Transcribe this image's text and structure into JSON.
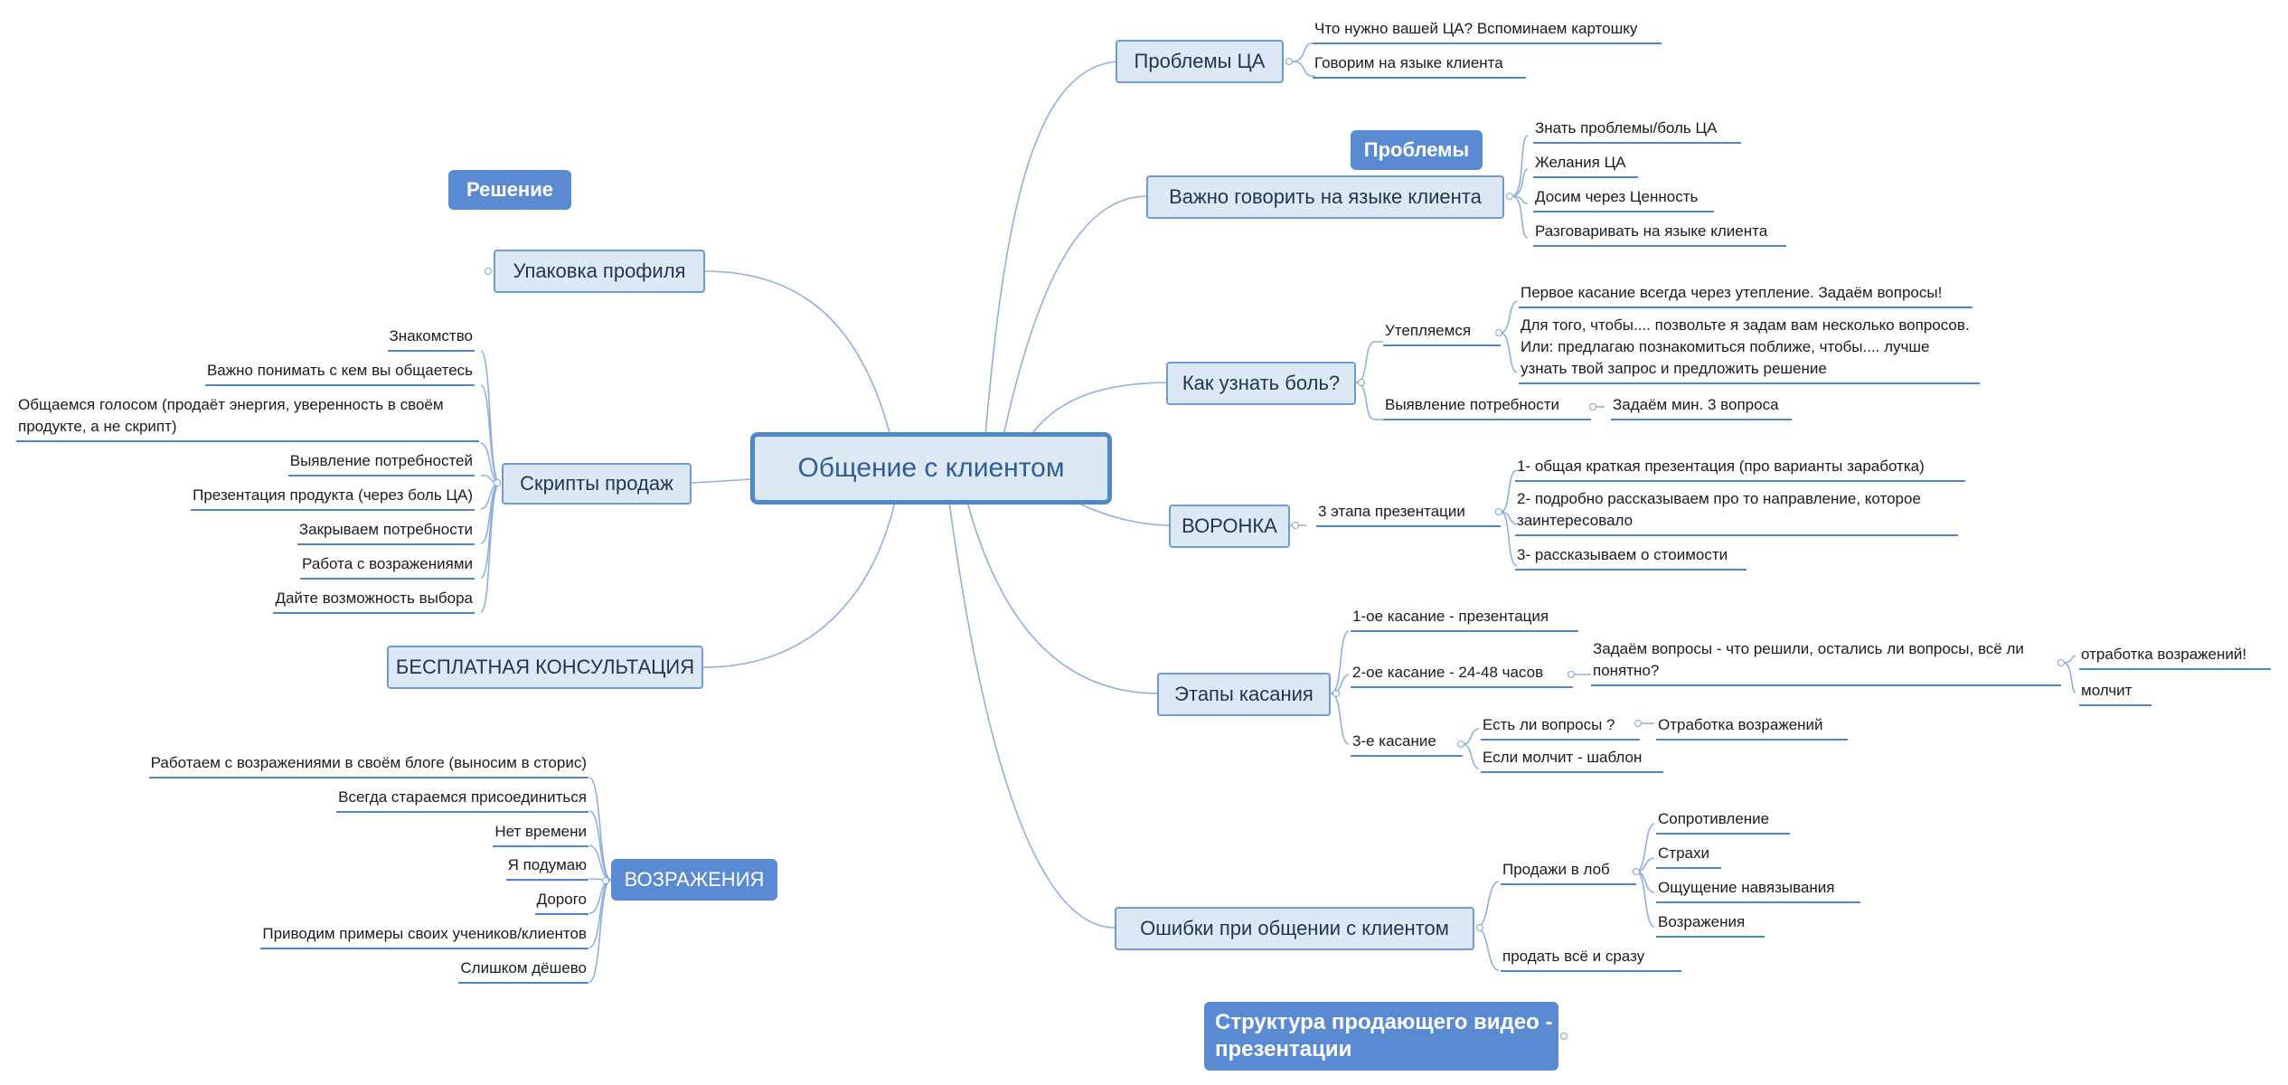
{
  "central": "Общение с клиентом",
  "floating": {
    "reshenie": "Решение",
    "problemy": "Проблемы",
    "struktura": "Структура продающего видео - презентации"
  },
  "branches": {
    "upakovka": "Упаковка профиля",
    "skripty": {
      "label": "Скрипты продаж",
      "items": [
        "Знакомство",
        "Важно понимать с кем вы общаетесь",
        "Общаемся голосом (продаёт энергия, уверенность в своём продукте, а не скрипт)",
        "Выявление потребностей",
        "Презентация продукта (через боль ЦА)",
        "Закрываем потребности",
        "Работа с возражениями",
        "Дайте возможность выбора"
      ]
    },
    "konsult": "БЕСПЛАТНАЯ КОНСУЛЬТАЦИЯ",
    "vozrazheniya": {
      "label": "ВОЗРАЖЕНИЯ",
      "items": [
        "Работаем с возражениями в своём блоге (выносим в сторис)",
        "Всегда стараемся присоединиться",
        "Нет времени",
        "Я подумаю",
        "Дорого",
        "Приводим примеры своих учеников/клиентов",
        "Слишком дёшево"
      ]
    },
    "problemy_ca": {
      "label": "Проблемы ЦА",
      "items": [
        "Что нужно вашей ЦА? Вспоминаем картошку",
        "Говорим на языке клиента"
      ]
    },
    "vazhno": {
      "label": "Важно говорить на языке клиента",
      "items": [
        "Знать проблемы/боль ЦА",
        "Желания ЦА",
        "Досим через Ценность",
        "Разговаривать на языке клиента"
      ]
    },
    "bol": {
      "label": "Как узнать боль?",
      "uteplyaemsya": "Утепляемся",
      "utepl_items": [
        "Первое касание всегда через утепление. Задаём вопросы!",
        "Для того, чтобы.... позвольте я задам вам несколько вопросов. Или: предлагаю познакомиться поближе, чтобы.... лучше узнать твой запрос и предложить решение"
      ],
      "vyyavlenie": "Выявление потребности",
      "vyyavlenie_item": "Задаём мин. 3 вопроса"
    },
    "voronka": {
      "label": "ВОРОНКА",
      "sub": "3 этапа презентации",
      "items": [
        "1- общая краткая презентация (про варианты заработка)",
        "2- подробно рассказываем про то направление, которое заинтересовало",
        "3- рассказываем о стоимости"
      ]
    },
    "etapy": {
      "label": "Этапы касания",
      "first": "1-ое касание - презентация",
      "second": "2-ое касание - 24-48 часов",
      "second_q": "Задаём вопросы - что решили, остались ли вопросы, всё ли понятно?",
      "second_items": [
        "отработка возражений!",
        "молчит"
      ],
      "third": "3-е касание",
      "third_q1": "Есть ли вопросы ?",
      "third_q1_item": "Отработка возражений",
      "third_q2": "Если молчит - шаблон"
    },
    "oshibki": {
      "label": "Ошибки при общении с клиентом",
      "lob": "Продажи в лоб",
      "lob_items": [
        "Сопротивление",
        "Страхи",
        "Ощущение навязывания",
        "Возражения"
      ],
      "srazu": "продать всё и сразу"
    }
  }
}
